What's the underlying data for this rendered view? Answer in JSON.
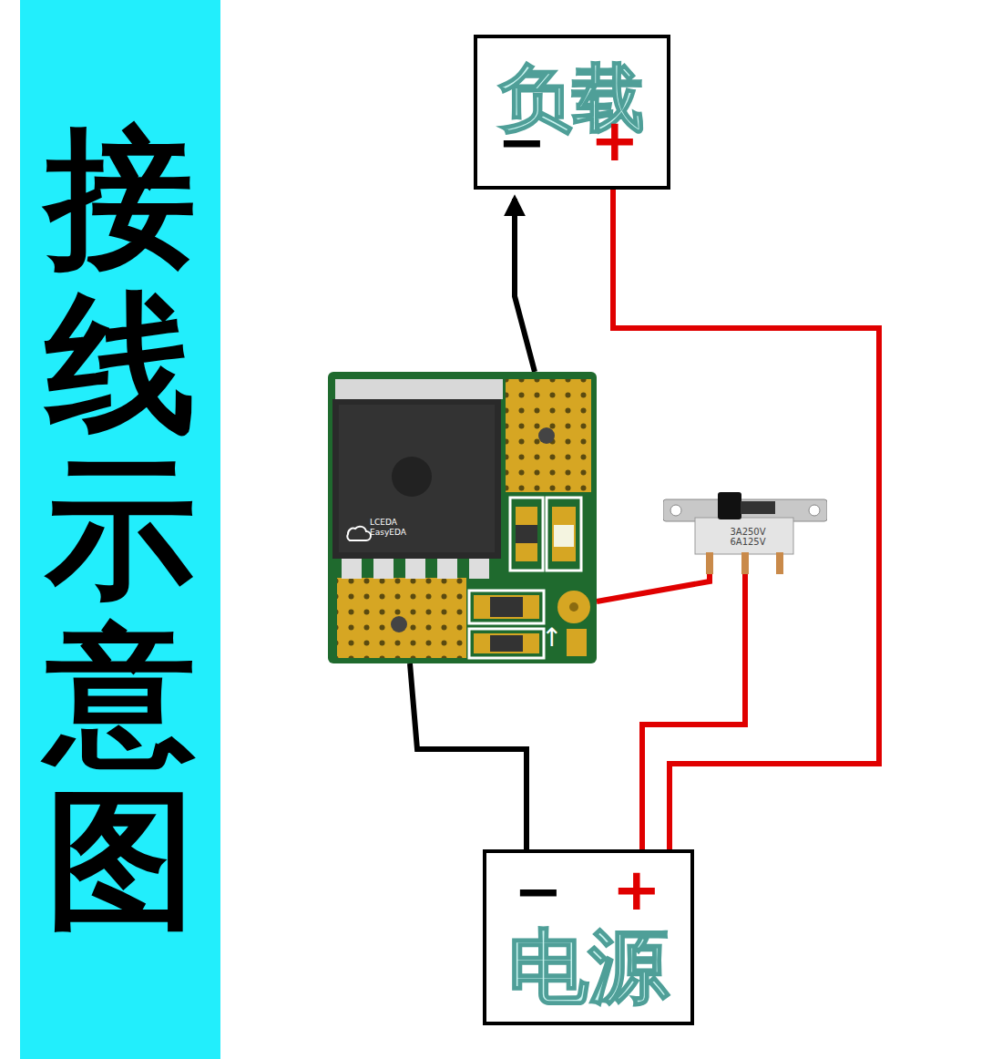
{
  "diagram": {
    "title": "接线示意图",
    "nodes": [
      {
        "text": [
          "负载",
          "−",
          "+"
        ]
      },
      {
        "text": [
          "LCEDA EasyEDA",
          "↑"
        ]
      },
      {
        "text": [
          "3A250V 6A125V"
        ]
      },
      {
        "text": [
          "−",
          "+",
          "电源"
        ]
      }
    ],
    "edges": [
      {
        "from": 1,
        "to": 0,
        "arrow": "to"
      },
      {
        "from": 1,
        "to": 3,
        "arrow": "none"
      },
      {
        "from": 0,
        "to": 3,
        "arrow": "none"
      },
      {
        "from": 2,
        "to": 1,
        "arrow": "none"
      },
      {
        "from": 2,
        "to": 3,
        "arrow": "none"
      }
    ]
  }
}
